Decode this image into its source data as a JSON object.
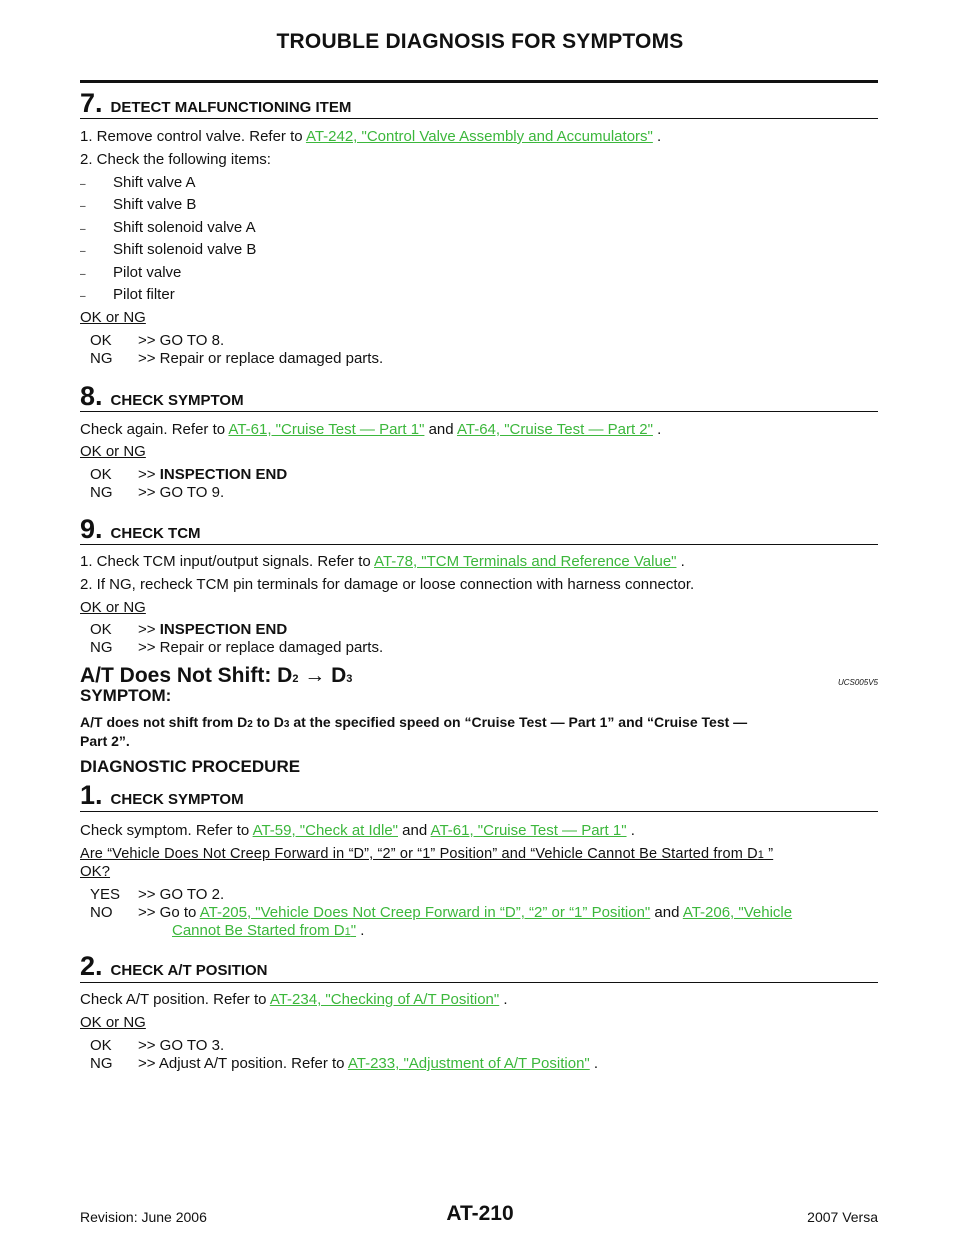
{
  "header": {
    "title": "TROUBLE DIAGNOSIS FOR SYMPTOMS"
  },
  "s7": {
    "num": "7.",
    "title": "DETECT MALFUNCTIONING ITEM",
    "l1_pre": "1. Remove control valve. Refer to ",
    "l1_link": "AT-242, \"Control Valve Assembly and Accumulators\"",
    "l1_post": " .",
    "l2": "2. Check the following items:",
    "items": [
      "Shift valve A",
      "Shift valve B",
      "Shift solenoid valve A",
      "Shift solenoid valve B",
      "Pilot valve",
      "Pilot filter"
    ],
    "okng": "OK or NG",
    "ok_key": "OK",
    "ok_val": ">> GO TO 8.",
    "ng_key": "NG",
    "ng_val": ">> Repair or replace damaged parts."
  },
  "s8": {
    "num": "8.",
    "title": "CHECK SYMPTOM",
    "l1_pre": "Check again. Refer to ",
    "l1_link1": "AT-61, \"Cruise Test — Part 1\"",
    "l1_mid": "  and ",
    "l1_link2": "AT-64, \"Cruise Test — Part 2\"",
    "l1_post": " .",
    "okng": "OK or NG",
    "ok_key": "OK",
    "ok_arrow": ">> ",
    "ok_val": "INSPECTION END",
    "ng_key": "NG",
    "ng_val": ">> GO TO 9."
  },
  "s9": {
    "num": "9.",
    "title": "CHECK TCM",
    "l1_pre": "1. Check TCM input/output signals. Refer to ",
    "l1_link": "AT-78, \"TCM Terminals and Reference Value\"",
    "l1_post": " .",
    "l2": "2. If NG, recheck TCM pin terminals for damage or loose connection with harness connector.",
    "okng": "OK or NG",
    "ok_key": "OK",
    "ok_arrow": ">> ",
    "ok_val": "INSPECTION END",
    "ng_key": "NG",
    "ng_val": ">> Repair or replace damaged parts."
  },
  "section": {
    "title_a": "A/T Does Not Shift: D",
    "sub2": "2",
    "arrow": "  →  D",
    "sub3": "3",
    "code": "UCS005V5",
    "symptom_label": "SYMPTOM:",
    "symptom_l1_a": "A/T does not shift from D",
    "symptom_l1_b": "  to D",
    "symptom_l1_c": "  at the specified speed on “Cruise Test — Part 1” and “Cruise Test —",
    "symptom_l2": "Part 2”.",
    "proc_label": "DIAGNOSTIC PROCEDURE"
  },
  "p1": {
    "num": "1.",
    "title": "CHECK SYMPTOM",
    "l1_pre": "Check symptom. Refer to ",
    "l1_link1": "AT-59, \"Check at Idle\"",
    "l1_mid": "  and ",
    "l1_link2": "AT-61, \"Cruise Test — Part 1\"",
    "l1_post": " .",
    "q1": "Are “Vehicle Does Not Creep Forward in “D”, “2” or “1” Position” and “Vehicle Cannot Be Started from D",
    "q1_sub": "1",
    "q1_end": " ”",
    "q2": "OK?",
    "yes_key": "YES",
    "yes_val": ">> GO TO 2.",
    "no_key": "NO",
    "no_pre": ">> Go to ",
    "no_link1": "AT-205, \"Vehicle Does Not Creep Forward in “D”, “2” or “1” Position\"",
    "no_mid": "  and ",
    "no_link2a": "AT-206, \"Vehicle",
    "no_link2b": "Cannot Be Started from D",
    "no_link2b_sub": "1",
    "no_link2b_end": "\"",
    "no_post": " ."
  },
  "p2": {
    "num": "2.",
    "title": "CHECK A/T POSITION",
    "l1_pre": "Check A/T position. Refer to ",
    "l1_link": "AT-234, \"Checking of A/T Position\"",
    "l1_post": " .",
    "okng": "OK or NG",
    "ok_key": "OK",
    "ok_val": ">> GO TO 3.",
    "ng_key": "NG",
    "ng_pre": ">> Adjust A/T position. Refer to ",
    "ng_link": "AT-233, \"Adjustment of A/T Position\"",
    "ng_post": " ."
  },
  "footer": {
    "revision": "Revision: June 2006",
    "page": "AT-210",
    "model": "2007 Versa"
  },
  "colors": {
    "link": "#3cb73c",
    "text": "#111111"
  }
}
